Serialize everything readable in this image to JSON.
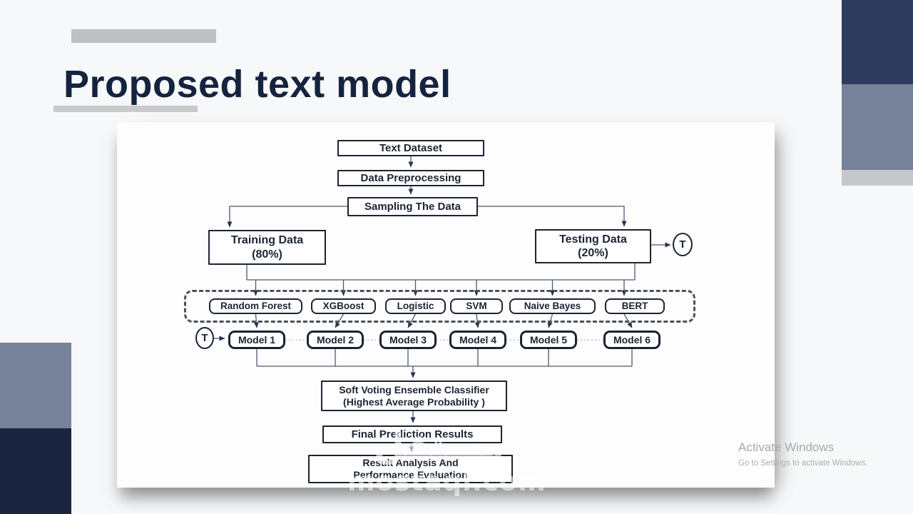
{
  "slide": {
    "title": "Proposed text model"
  },
  "diagram": {
    "nodes": {
      "text_dataset": "Text Dataset",
      "data_preprocessing": "Data Preprocessing",
      "sampling": "Sampling The Data",
      "training_line1": "Training Data",
      "training_line2": "(80%)",
      "testing_line1": "Testing Data",
      "testing_line2": "(20%)",
      "t_right": "T",
      "t_left": "T",
      "classifiers": [
        "Random Forest",
        "XGBoost",
        "Logistic",
        "SVM",
        "Naive Bayes",
        "BERT"
      ],
      "models": [
        "Model 1",
        "Model 2",
        "Model 3",
        "Model 4",
        "Model 5",
        "Model 6"
      ],
      "soft_voting_line1": "Soft Voting Ensemble Classifier",
      "soft_voting_line2": "(Highest Average Probability )",
      "final_prediction": "Final Prediction Results",
      "result_line1": "Result Analysis And",
      "result_line2": "Performance Evaluation"
    }
  },
  "watermark": {
    "arabic": "مستقل",
    "domain": "mostaql.com"
  },
  "activation": {
    "line1": "Activate Windows",
    "line2": "Go to Settings to activate Windows."
  },
  "colors": {
    "navy_dark": "#1a2540",
    "navy": "#2d3b5f",
    "gray_blue": "#76819a",
    "light_gray": "#c6c7c9",
    "title_navy": "#14243f",
    "box_border": "#1b2433",
    "connector": "#4d5a74"
  }
}
